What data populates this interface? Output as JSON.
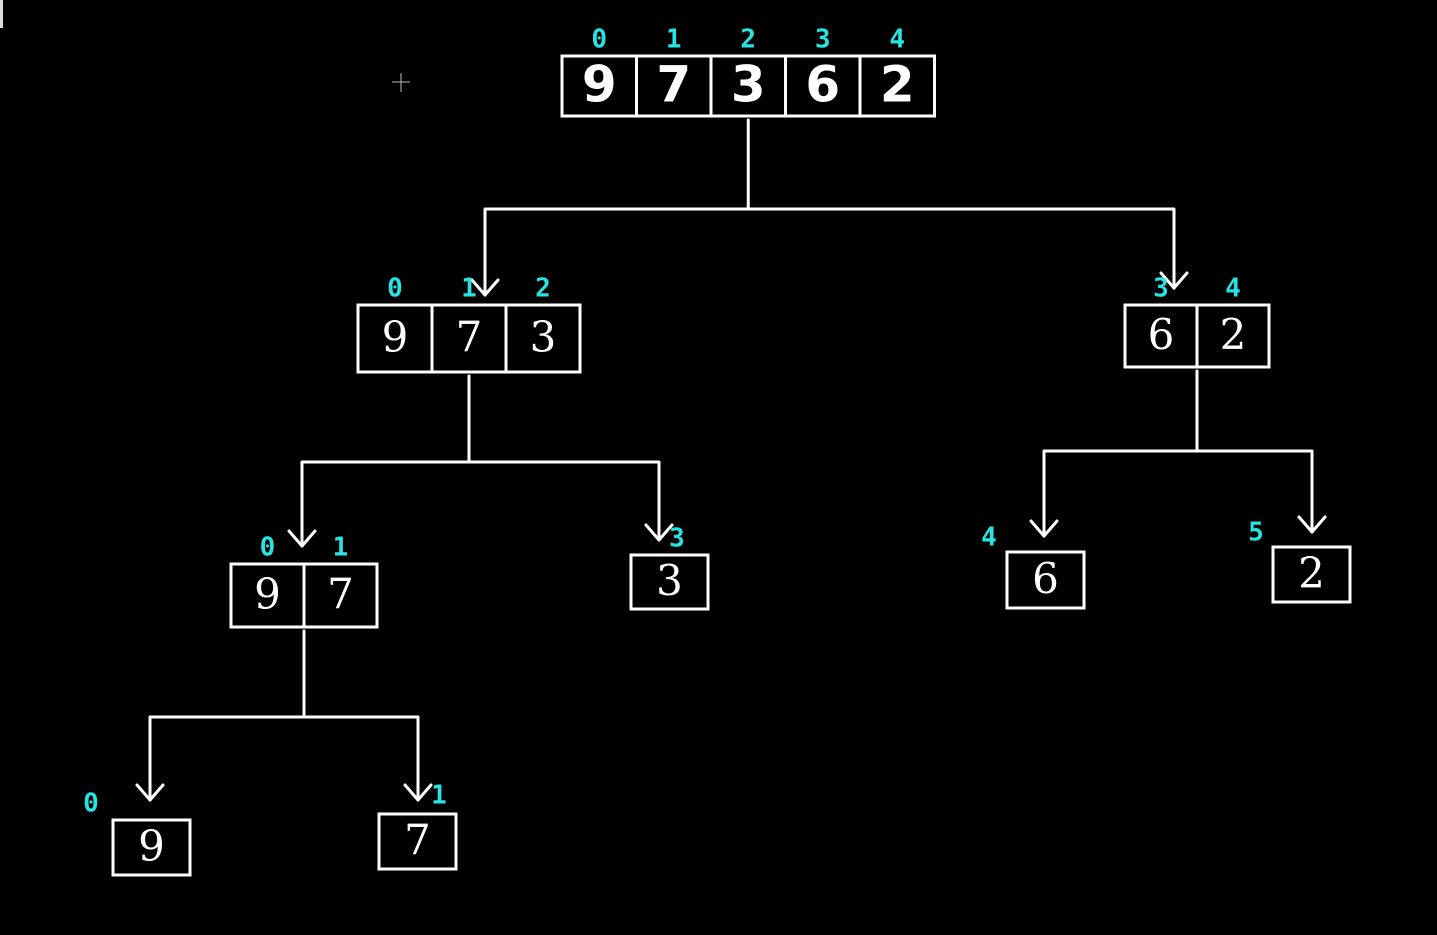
{
  "colors": {
    "background": "#000000",
    "stroke": "#ffffff",
    "index": "#27e3e3"
  },
  "nodes": [
    {
      "id": "root",
      "values": [
        "9",
        "7",
        "3",
        "6",
        "2"
      ],
      "indices": [
        "0",
        "1",
        "2",
        "3",
        "4"
      ]
    },
    {
      "id": "l1",
      "values": [
        "9",
        "7",
        "3"
      ],
      "indices": [
        "0",
        "1",
        "2"
      ]
    },
    {
      "id": "r1",
      "values": [
        "6",
        "2"
      ],
      "indices": [
        "3",
        "4"
      ]
    },
    {
      "id": "l2a",
      "values": [
        "9",
        "7"
      ],
      "indices": [
        "0",
        "1"
      ]
    },
    {
      "id": "l2b",
      "values": [
        "3"
      ],
      "indices": [
        "3"
      ]
    },
    {
      "id": "r2a",
      "values": [
        "6"
      ],
      "indices": [
        "4"
      ]
    },
    {
      "id": "r2b",
      "values": [
        "2"
      ],
      "indices": [
        "5"
      ]
    },
    {
      "id": "l3a",
      "values": [
        "9"
      ],
      "indices": [
        "0"
      ]
    },
    {
      "id": "l3b",
      "values": [
        "7"
      ],
      "indices": [
        "1"
      ]
    }
  ],
  "edges": [
    {
      "from": "root",
      "to": "l1"
    },
    {
      "from": "root",
      "to": "r1"
    },
    {
      "from": "l1",
      "to": "l2a"
    },
    {
      "from": "l1",
      "to": "l2b"
    },
    {
      "from": "r1",
      "to": "r2a"
    },
    {
      "from": "r1",
      "to": "r2b"
    },
    {
      "from": "l2a",
      "to": "l3a"
    },
    {
      "from": "l2a",
      "to": "l3b"
    }
  ]
}
